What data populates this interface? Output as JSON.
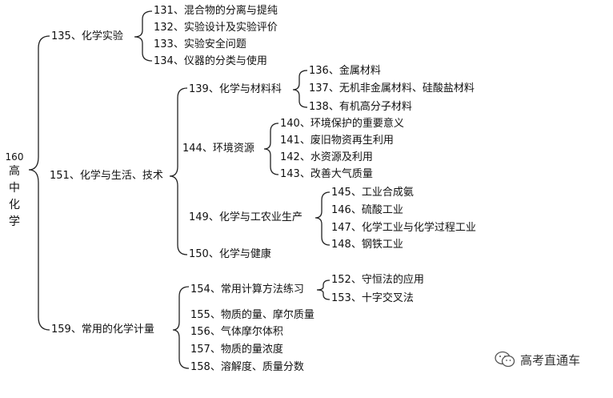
{
  "root": {
    "number": "160",
    "chars": [
      "高",
      "中",
      "化",
      "学"
    ]
  },
  "nodes": {
    "n135": "135、化学实验",
    "n131": "131、混合物的分离与提纯",
    "n132": "132、实验设计及实验评价",
    "n133": "133、实验安全问题",
    "n134": "134、仪器的分类与使用",
    "n151": "151、化学与生活、技术",
    "n139": "139、化学与材料科",
    "n136": "136、金属材料",
    "n137": "137、无机非金属材料、硅酸盐材料",
    "n138": "138、有机高分子材料",
    "n144": "144、环境资源",
    "n140": "140、环境保护的重要意义",
    "n141": "141、废旧物资再生利用",
    "n142": "142、水资源及利用",
    "n143": "143、改善大气质量",
    "n149": "149、化学与工农业生产",
    "n145": "145、工业合成氨",
    "n146": "146、硫酸工业",
    "n147": "147、化学工业与化学过程工业",
    "n148": "148、钢铁工业",
    "n150": "150、化学与健康",
    "n159": "159、常用的化学计量",
    "n154": "154、常用计算方法练习",
    "n152": "152、守恒法的应用",
    "n153": "153、十字交叉法",
    "n155": "155、物质的量、摩尔质量",
    "n156": "156、气体摩尔体积",
    "n157": "157、物质的量浓度",
    "n158": "158、溶解度、质量分数"
  },
  "watermark": {
    "text": "高考直通车",
    "icon": "wechat-icon"
  }
}
